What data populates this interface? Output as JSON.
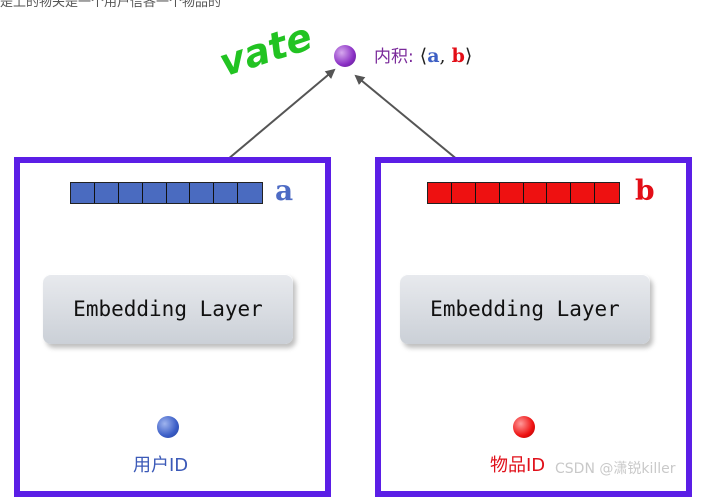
{
  "top_fragment": "是上的物关是一个用户信各一个物品的",
  "handwriting": "vate",
  "formula": {
    "prefix": "内积:",
    "open": "⟨",
    "a": "a",
    "comma": ",",
    "b": "b",
    "close": "⟩"
  },
  "left": {
    "vector_label": "a",
    "embedding_label": "Embedding Layer",
    "id_label": "用户ID"
  },
  "right": {
    "vector_label": "b",
    "embedding_label": "Embedding Layer",
    "id_label": "物品ID"
  },
  "watermark": "CSDN @潇锐killer",
  "colors": {
    "frame": "#5b1ee6",
    "user": "#4a6bc0",
    "item": "#ee1111",
    "dot_top": "#8a2fc4",
    "handwriting": "#22c322"
  }
}
